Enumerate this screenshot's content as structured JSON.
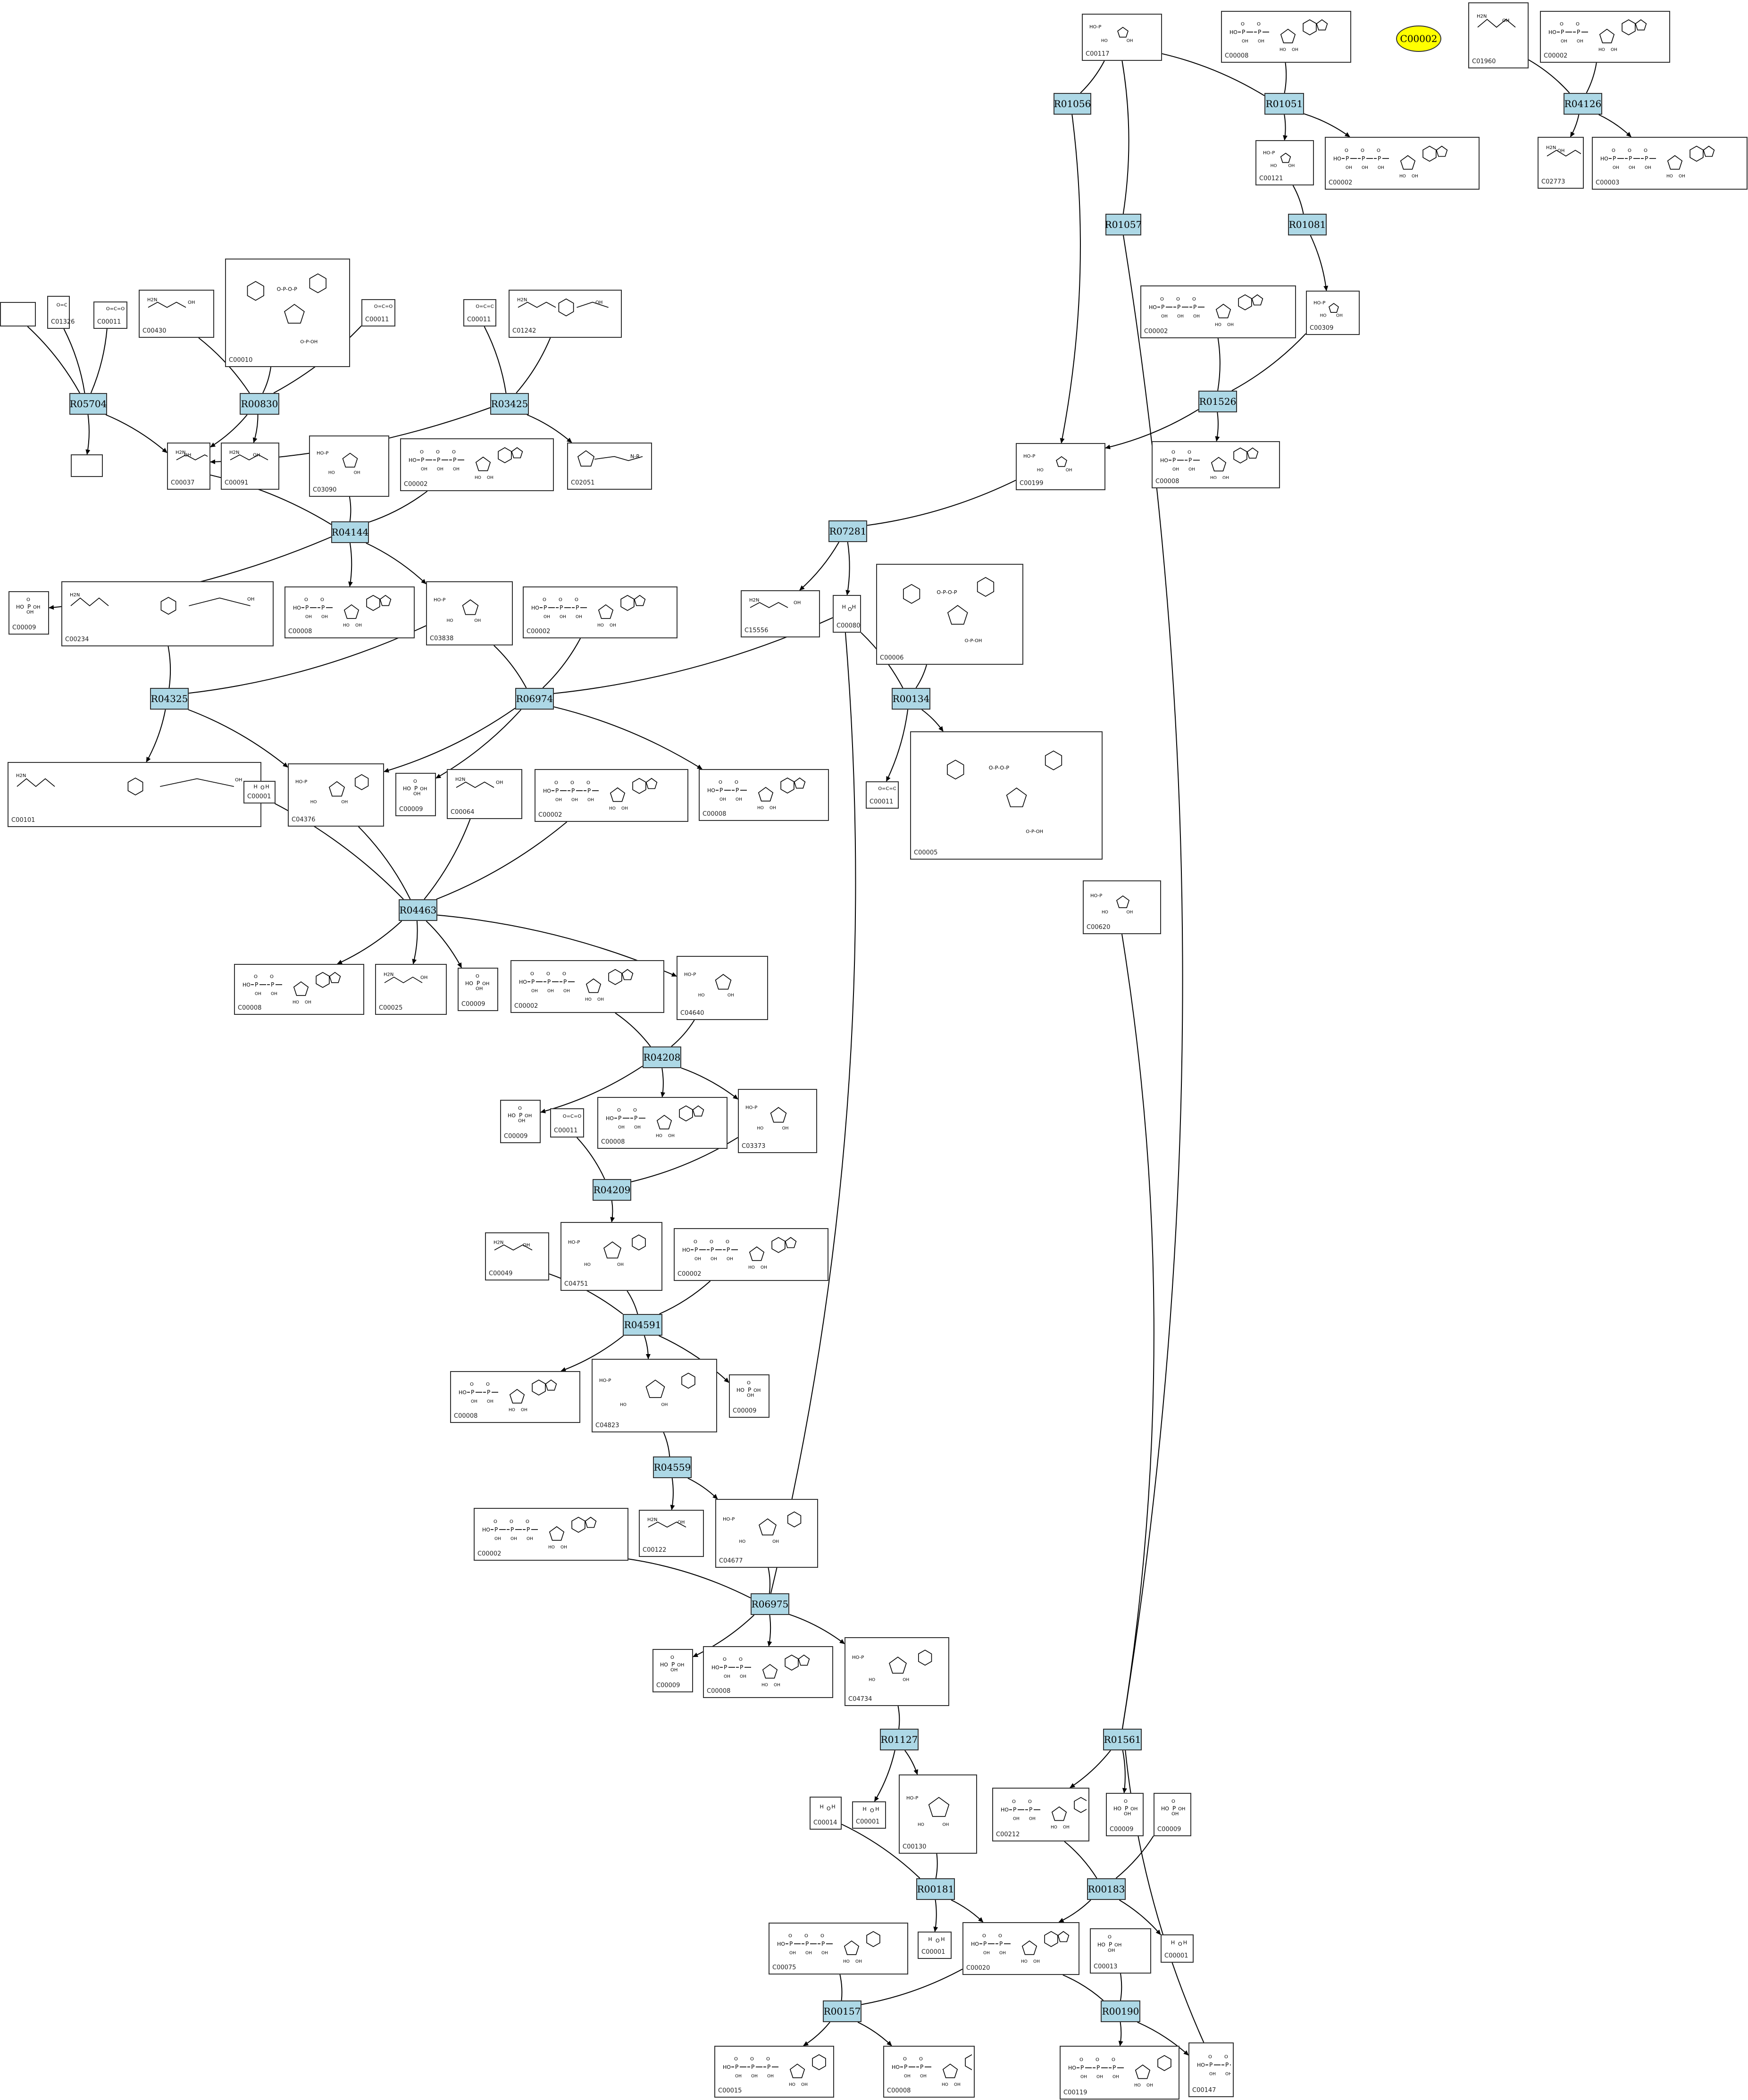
{
  "highlight": "C00002",
  "reactions": [
    "R05704",
    "R00830",
    "R03425",
    "R04144",
    "R04325",
    "R06974",
    "R04463",
    "R04208",
    "R04209",
    "R04591",
    "R04559",
    "R06975",
    "R01127",
    "R00181",
    "R00157",
    "R01056",
    "R01057",
    "R01051",
    "R01081",
    "R01526",
    "R07281",
    "R00134",
    "R04126",
    "R01561",
    "R00183",
    "R00190"
  ],
  "compounds": [
    "C01326",
    "C00011",
    "C00430",
    "C00010",
    "C00011",
    "C00011",
    "C01242",
    "C00037",
    "C00091",
    "C02051",
    "C03090",
    "C00002",
    "C00009",
    "C00234",
    "C00008",
    "C03838",
    "C00002",
    "C00101",
    "C00001",
    "C04376",
    "C00009",
    "C00064",
    "C00002",
    "C00008",
    "C00008",
    "C00025",
    "C00009",
    "C00002",
    "C04640",
    "C00009",
    "C00011",
    "C00008",
    "C03373",
    "C00049",
    "C04751",
    "C00002",
    "C00008",
    "C04823",
    "C00009",
    "C00122",
    "C04677",
    "C00002",
    "C00009",
    "C00008",
    "C04734",
    "C00014",
    "C00001",
    "C00130",
    "C00001",
    "C00075",
    "C00020",
    "C00015",
    "C00008",
    "C00117",
    "C00008",
    "C00002",
    "C00121",
    "C00002",
    "C00309",
    "C00008",
    "C00199",
    "C15556",
    "C00080",
    "C00006",
    "C00005",
    "C00011",
    "C00620",
    "C01960",
    "C00002",
    "C02773",
    "C00003",
    "C00212",
    "C00009",
    "C00009",
    "C00013",
    "C00001",
    "C00119",
    "C00147"
  ]
}
